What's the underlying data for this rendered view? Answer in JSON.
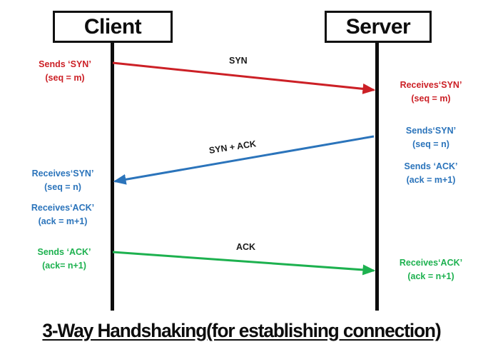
{
  "diagram": {
    "footer_title": "3-Way Handshaking(for establishing connection)",
    "participants": {
      "client": "Client",
      "server": "Server"
    },
    "colors": {
      "syn": "#cc2026",
      "syn_ack": "#2b74bb",
      "ack": "#1db14f",
      "line": "#0d0d0d",
      "background": "#ffffff"
    },
    "messages": [
      {
        "caption": "SYN",
        "direction": "client-to-server",
        "color": "#cc2026"
      },
      {
        "caption": "SYN + ACK",
        "direction": "server-to-client",
        "color": "#2b74bb"
      },
      {
        "caption": "ACK",
        "direction": "client-to-server",
        "color": "#1db14f"
      }
    ],
    "notes": {
      "client_syn_send": {
        "line1": "Sends ‘SYN’",
        "line2": "(seq = m)"
      },
      "server_syn_recv": {
        "line1": "Receives‘SYN’",
        "line2": "(seq = m)"
      },
      "server_syn_send": {
        "line1": "Sends‘SYN’",
        "line2": "(seq = n)"
      },
      "server_ack_send": {
        "line1": "Sends ‘ACK’",
        "line2": "(ack = m+1)"
      },
      "client_syn_recv": {
        "line1": "Receives‘SYN’",
        "line2": "(seq = n)"
      },
      "client_ack_recv": {
        "line1": "Receives‘ACK’",
        "line2": "(ack = m+1)"
      },
      "client_ack_send": {
        "line1": "Sends ‘ACK’",
        "line2": "(ack= n+1)"
      },
      "server_ack_recv": {
        "line1": "Receives‘ACK’",
        "line2": "(ack = n+1)"
      }
    }
  }
}
